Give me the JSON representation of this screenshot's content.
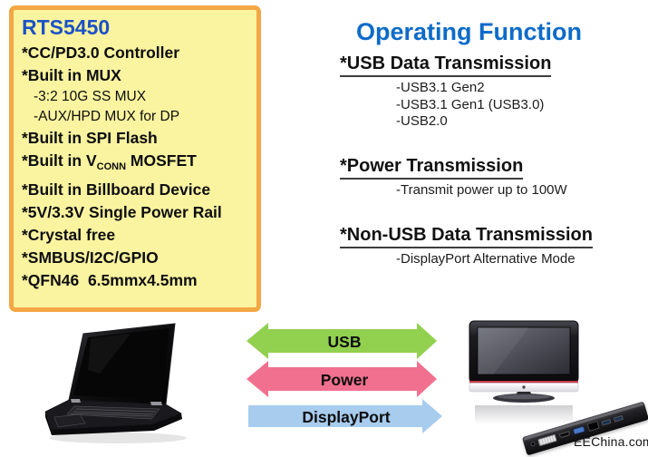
{
  "feature_box": {
    "title": "RTS5450",
    "items": [
      "*CC/PD3.0 Controller",
      "*Built in MUX",
      "-3:2 10G SS MUX",
      "-AUX/HPD MUX for DP",
      "*Built in SPI Flash",
      "*Built in Billboard Device",
      "*5V/3.3V Single Power Rail",
      "*Crystal free",
      "*SMBUS/I2C/GPIO",
      "*QFN46  6.5mmx4.5mm"
    ],
    "vconn": {
      "pre": "*Built in V",
      "sub": "CONN",
      "post": " MOSFET"
    }
  },
  "operating": {
    "title": "Operating Function",
    "sections": [
      {
        "heading": "*USB Data Transmission",
        "items": [
          "-USB3.1 Gen2",
          "-USB3.1 Gen1 (USB3.0)",
          "-USB2.0"
        ]
      },
      {
        "heading": "*Power Transmission",
        "items": [
          "-Transmit power up to 100W"
        ]
      },
      {
        "heading": "*Non-USB Data Transmission",
        "items": [
          "-DisplayPort Alternative Mode"
        ]
      }
    ]
  },
  "arrows": [
    {
      "label": "USB",
      "color": "#92D050",
      "direction": "both"
    },
    {
      "label": "Power",
      "color": "#F2708F",
      "direction": "both"
    },
    {
      "label": "DisplayPort",
      "color": "#A7CCEE",
      "direction": "right"
    }
  ],
  "devices": [
    "laptop",
    "monitor",
    "docking-station"
  ],
  "watermark": "EEChina.com",
  "colors": {
    "chip_title_blue": "#1C52C6",
    "operating_title_blue": "#0D6BC9",
    "box_background": "#FAF4A0",
    "box_border": "#F3A845",
    "monitor_red_stripe": "#CC3B4A"
  }
}
